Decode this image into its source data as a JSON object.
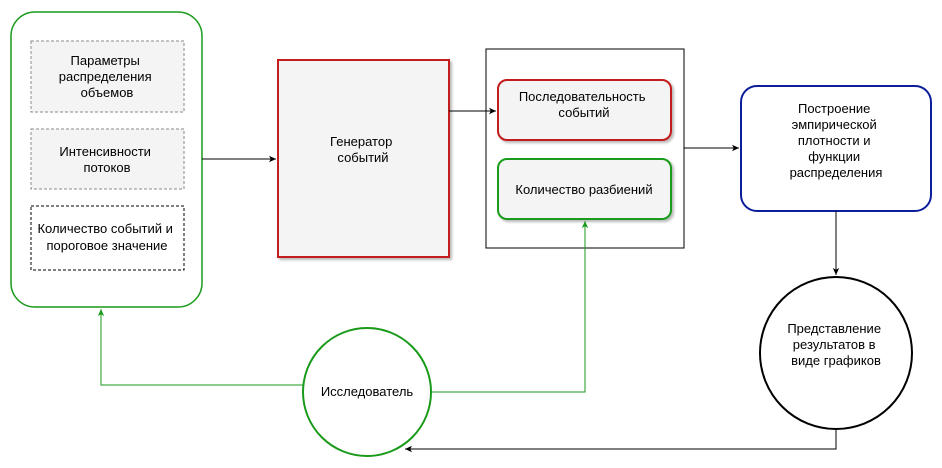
{
  "colors": {
    "green": "#1a9a1a",
    "red": "#c21a1a",
    "blue": "#0d1e9a",
    "black": "#000000",
    "grey_fill": "#f4f4f4",
    "dashed_border": "#8a8a8a"
  },
  "nodes": {
    "params": {
      "lines": [
        "Параметры",
        "распределения",
        "объемов"
      ]
    },
    "intensity": {
      "lines": [
        "Интенсивности",
        "потоков"
      ]
    },
    "count": {
      "lines": [
        "Количество событий и",
        "пороговое значение"
      ]
    },
    "generator": {
      "lines": [
        "Генератор",
        "событий"
      ]
    },
    "sequence": {
      "lines": [
        "Последовательность",
        "событий"
      ]
    },
    "partitions": {
      "lines": [
        "Количество разбиений"
      ]
    },
    "construction": {
      "lines": [
        "Построение",
        "эмпирической",
        "плотности и",
        "функции",
        "распределения"
      ]
    },
    "presentation": {
      "lines": [
        "Представление",
        "результатов в",
        "виде графиков"
      ]
    },
    "researcher": {
      "lines": [
        "Исследователь"
      ]
    }
  }
}
